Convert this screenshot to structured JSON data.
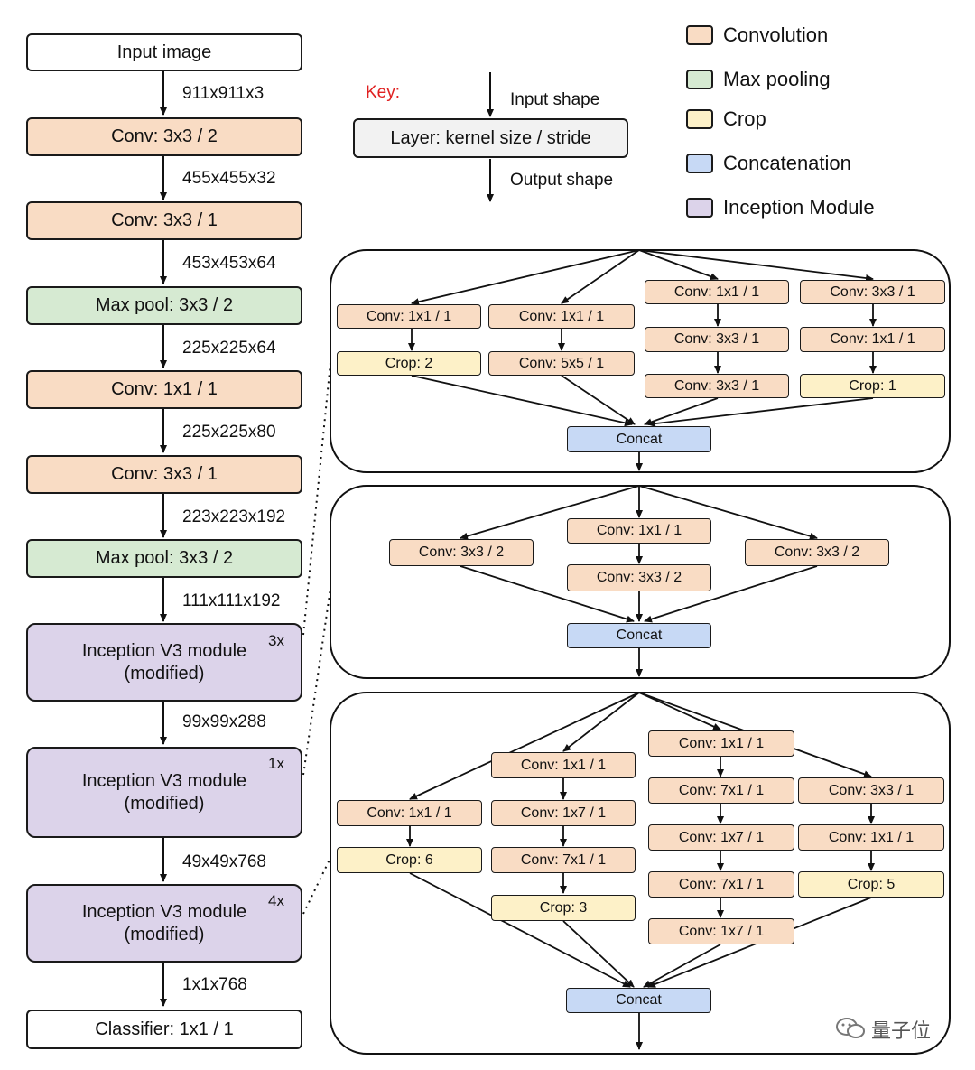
{
  "key": {
    "title": "Key:",
    "input_shape": "Input shape",
    "layer": "Layer: kernel size / stride",
    "output_shape": "Output shape"
  },
  "legend": [
    {
      "label": "Convolution",
      "color": "#f9dcc4"
    },
    {
      "label": "Max pooling",
      "color": "#d6ead2"
    },
    {
      "label": "Crop",
      "color": "#fdf1c8"
    },
    {
      "label": "Concatenation",
      "color": "#c7d9f5"
    },
    {
      "label": "Inception Module",
      "color": "#dcd3ea"
    }
  ],
  "main": {
    "input": "Input image",
    "s1": "911x911x3",
    "conv1": "Conv: 3x3 / 2",
    "s2": "455x455x32",
    "conv2": "Conv: 3x3 / 1",
    "s3": "453x453x64",
    "pool1": "Max pool: 3x3 / 2",
    "s4": "225x225x64",
    "conv3": "Conv: 1x1 / 1",
    "s5": "225x225x80",
    "conv4": "Conv: 3x3 / 1",
    "s6": "223x223x192",
    "pool2": "Max pool: 3x3 / 2",
    "s7": "111x111x192",
    "inc1": {
      "line1": "Inception V3 module",
      "line2": "(modified)",
      "mult": "3x"
    },
    "s8": "99x99x288",
    "inc2": {
      "line1": "Inception V3 module",
      "line2": "(modified)",
      "mult": "1x"
    },
    "s9": "49x49x768",
    "inc3": {
      "line1": "Inception V3 module",
      "line2": "(modified)",
      "mult": "4x"
    },
    "s10": "1x1x768",
    "classifier": "Classifier: 1x1 / 1"
  },
  "module1": {
    "b1_conv": "Conv: 1x1 / 1",
    "b1_crop": "Crop: 2",
    "b2_conv1": "Conv: 1x1 / 1",
    "b2_conv2": "Conv: 5x5 / 1",
    "b3_conv1": "Conv: 1x1 / 1",
    "b3_conv2": "Conv: 3x3 / 1",
    "b3_conv3": "Conv: 3x3 / 1",
    "b4_conv1": "Conv: 3x3 / 1",
    "b4_conv2": "Conv: 1x1 / 1",
    "b4_crop": "Crop: 1",
    "concat": "Concat"
  },
  "module2": {
    "left": "Conv: 3x3 / 2",
    "mid1": "Conv: 1x1 / 1",
    "mid2": "Conv: 3x3 / 2",
    "right": "Conv: 3x3 / 2",
    "concat": "Concat"
  },
  "module3": {
    "b1_conv": "Conv: 1x1 / 1",
    "b1_crop": "Crop: 6",
    "b2_conv1": "Conv: 1x1 / 1",
    "b2_conv2": "Conv: 1x7 / 1",
    "b2_conv3": "Conv: 7x1 / 1",
    "b2_crop": "Crop: 3",
    "b3_conv1": "Conv: 1x1 / 1",
    "b3_conv2": "Conv: 7x1 / 1",
    "b3_conv3": "Conv: 1x7 / 1",
    "b3_conv4": "Conv: 7x1 / 1",
    "b3_conv5": "Conv: 1x7 / 1",
    "b4_conv1": "Conv: 3x3 / 1",
    "b4_conv2": "Conv: 1x1 / 1",
    "b4_crop": "Crop: 5",
    "concat": "Concat"
  },
  "watermark": "量子位"
}
